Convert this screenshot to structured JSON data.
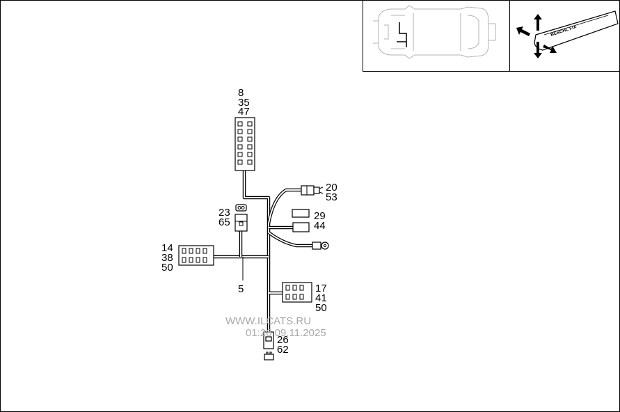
{
  "labels": {
    "fuse_box": [
      "8",
      "35",
      "47"
    ],
    "top_connector": [
      "20",
      "53"
    ],
    "relay_pair": [
      "29",
      "44"
    ],
    "relay_left": [
      "23",
      "65"
    ],
    "left_connector": [
      "14",
      "38",
      "50"
    ],
    "branch": "5",
    "right_connector": [
      "17",
      "41",
      "50"
    ],
    "bottom_plug": [
      "26",
      "62"
    ]
  },
  "watermark": {
    "site": "WWW.ILCATS.RU",
    "timestamp": "01:26 09.11.2025"
  },
  "inset": {
    "switch_text": "BESCHL FIX"
  }
}
